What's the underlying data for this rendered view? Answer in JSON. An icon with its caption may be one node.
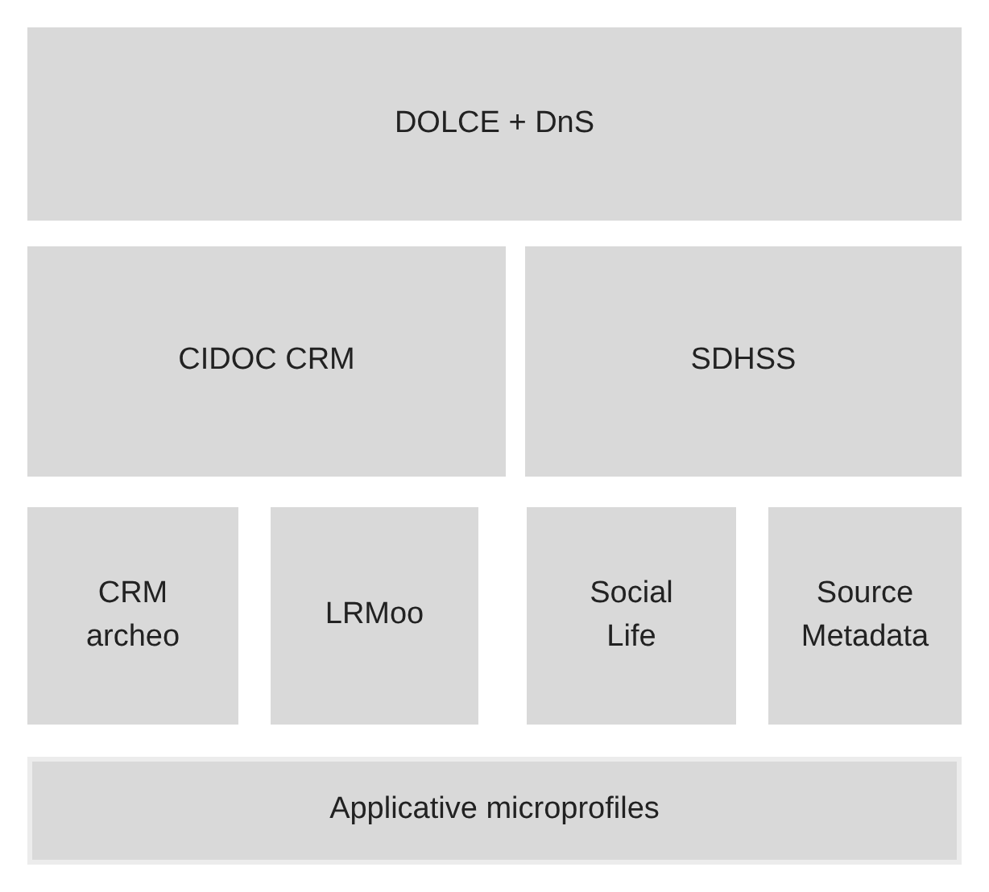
{
  "diagram": {
    "nodes": [
      {
        "text": [
          "DOLCE + DnS"
        ]
      },
      {
        "text": [
          "CIDOC CRM"
        ]
      },
      {
        "text": [
          "SDHSS"
        ]
      },
      {
        "text": [
          "CRM archeo"
        ]
      },
      {
        "text": [
          "LRMoo"
        ]
      },
      {
        "text": [
          "Social Life"
        ]
      },
      {
        "text": [
          "Source Metadata"
        ]
      },
      {
        "text": [
          "Applicative microprofiles"
        ]
      }
    ]
  }
}
